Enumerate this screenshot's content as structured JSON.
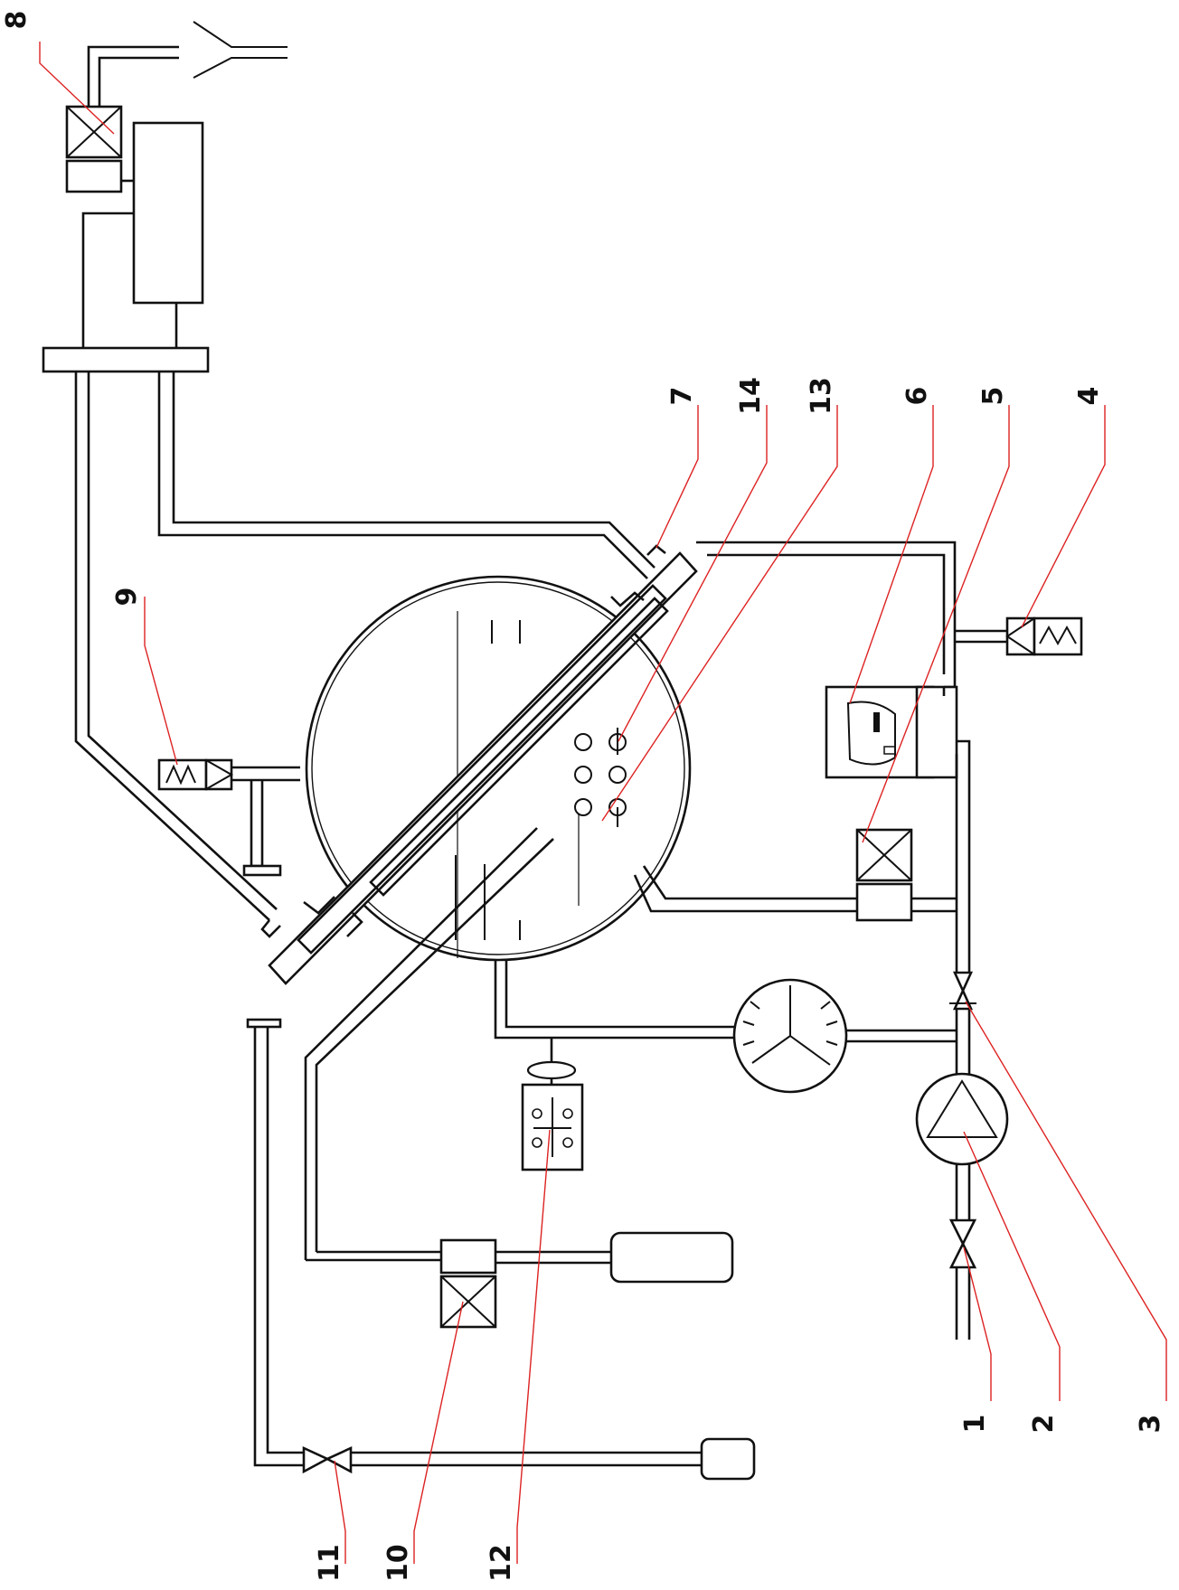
{
  "labels": {
    "l1": "1",
    "l2": "2",
    "l3": "3",
    "l4": "4",
    "l5": "5",
    "l6": "6",
    "l7": "7",
    "l8": "8",
    "l9": "9",
    "l10": "10",
    "l11": "11",
    "l12": "12",
    "l13": "13",
    "l14": "14"
  },
  "colors": {
    "line": "#111111",
    "leader": "#dd2222",
    "background": "#ffffff"
  }
}
